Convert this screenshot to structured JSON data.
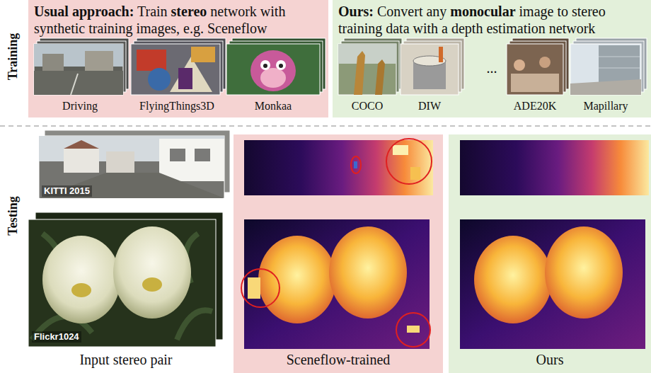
{
  "diagram": {
    "nodes": [
      {
        "text": [
          "Usual approach: Train stereo network with synthetic training images, e.g. Sceneflow",
          "Driving",
          "FlyingThings3D",
          "Monkaa"
        ]
      },
      {
        "text": [
          "Ours: Convert any monocular image to stereo training data with a depth estimation network",
          "COCO",
          "DIW",
          "...",
          "ADE20K",
          "Mapillary"
        ]
      },
      {
        "text": [
          "Sceneflow-trained"
        ]
      },
      {
        "text": [
          "Ours"
        ]
      }
    ],
    "labels": [
      "Training",
      "Testing",
      "KITTI 2015",
      "Flickr1024",
      "Input stereo pair"
    ]
  }
}
